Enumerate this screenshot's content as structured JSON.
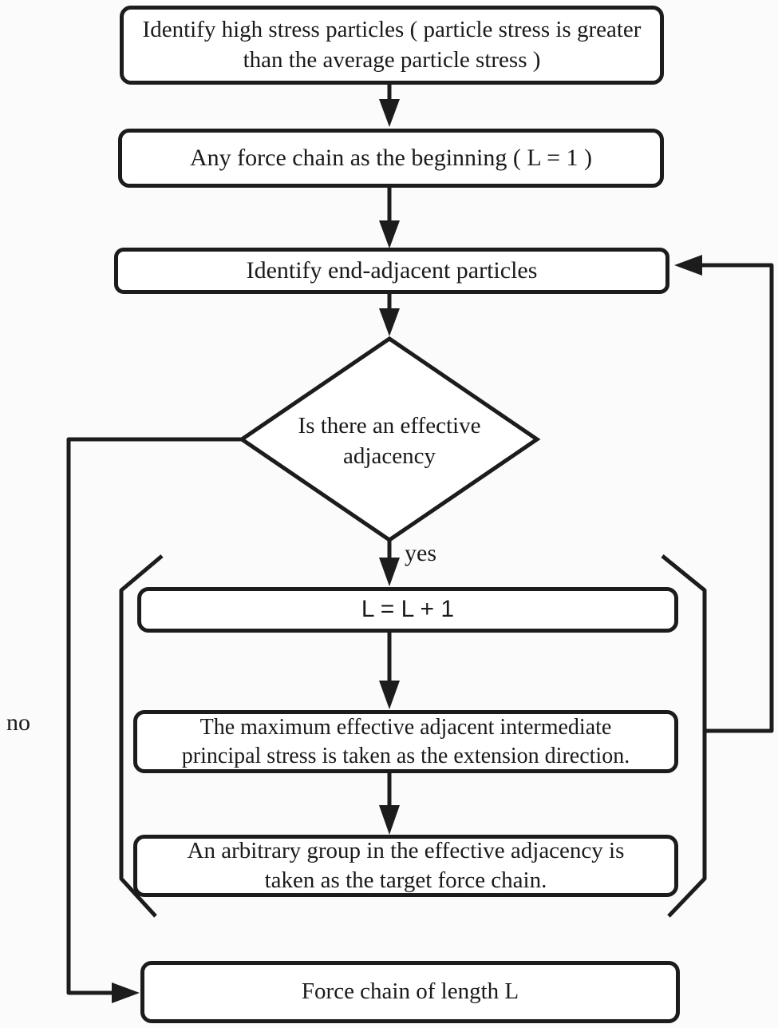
{
  "nodes": {
    "identify_high_stress": {
      "line1": "Identify high stress particles ( particle stress is greater",
      "line2": "than the average particle stress )"
    },
    "force_chain_beginning": {
      "label": "Any force chain as the beginning ( L = 1 )"
    },
    "identify_end_adjacent": {
      "label": "Identify end-adjacent particles"
    },
    "effective_adjacency_decision": {
      "line1": "Is there an effective",
      "line2": "adjacency"
    },
    "increment_length": {
      "label": "L = L + 1"
    },
    "max_principal_stress": {
      "line1": "The maximum effective adjacent intermediate",
      "line2": "principal stress is taken as the extension direction."
    },
    "arbitrary_group": {
      "line1": "An arbitrary group in the effective adjacency is",
      "line2": "taken as the target force chain."
    },
    "force_chain_result": {
      "label": "Force chain of length L"
    }
  },
  "edges": {
    "yes_label": "yes",
    "no_label": "no"
  },
  "colors": {
    "line": "#1c1c1c",
    "background": "#fbfbfb",
    "box_fill": "#ffffff",
    "text": "#1a1a1a"
  }
}
